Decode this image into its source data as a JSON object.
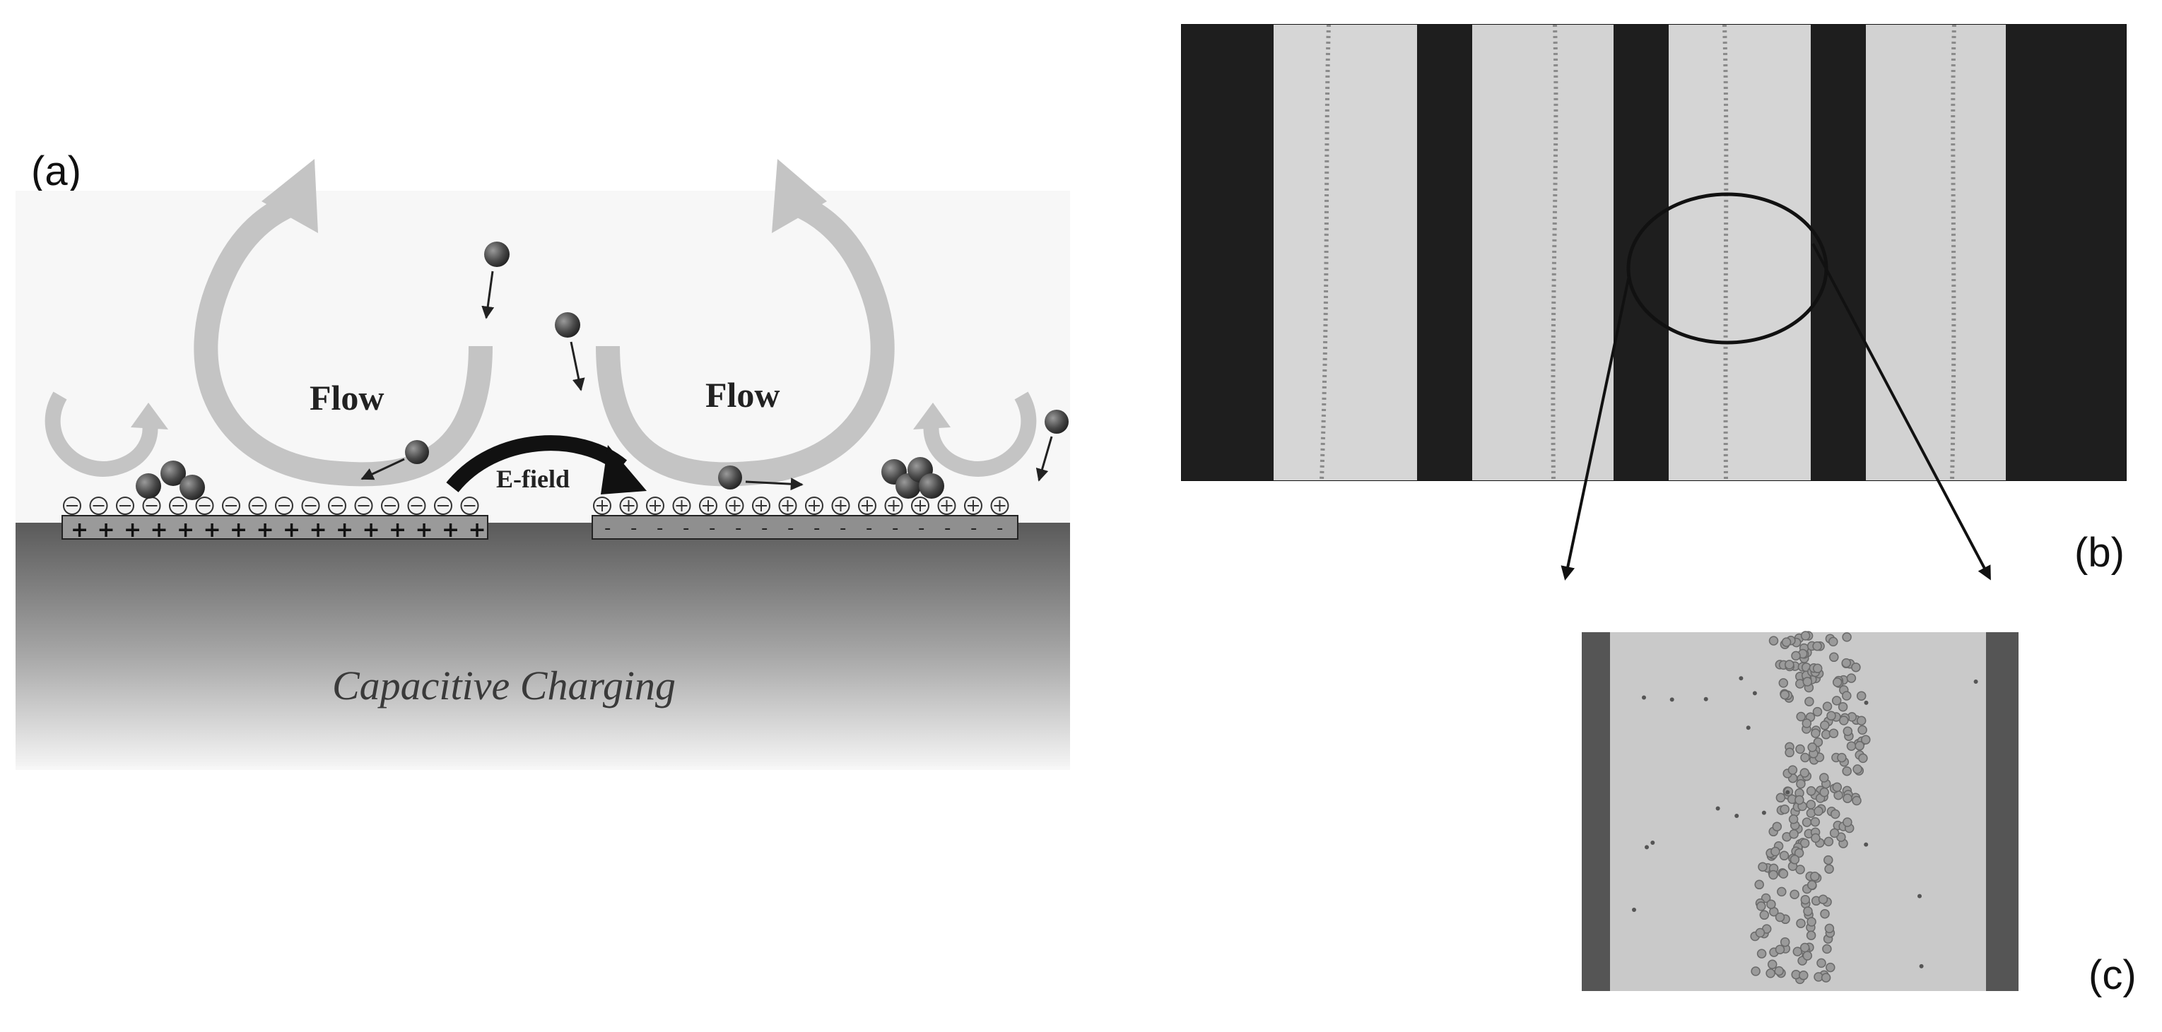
{
  "panels": {
    "a": {
      "label": "(a)"
    },
    "b": {
      "label": "(b)"
    },
    "c": {
      "label": "(c)"
    }
  },
  "diagram": {
    "flow_left": "Flow",
    "flow_right": "Flow",
    "efield": "E-field",
    "caption": "Capacitive Charging",
    "plus_sign": "+",
    "minus_sign": "-"
  },
  "colors": {
    "flow_arrow": "#c4c4c4",
    "efield_arrow": "#1f1f1f",
    "particle": "#4a4a4a",
    "substrate_top": "#5a5a5a",
    "electrode": "#8f8f8f",
    "micrograph_bg": "#cfcfcf",
    "micrograph_stripe": "#1e1e1e"
  }
}
